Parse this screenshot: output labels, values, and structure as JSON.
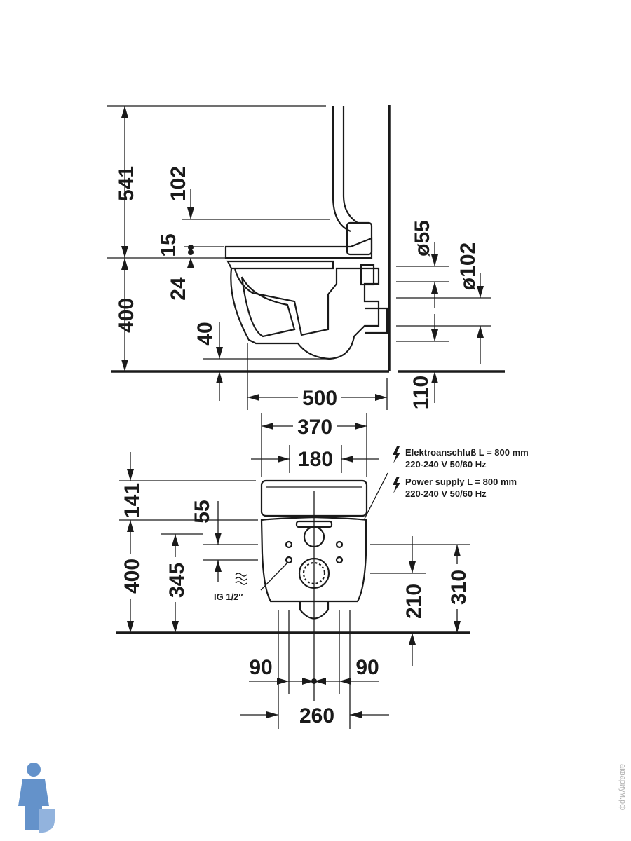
{
  "side_view": {
    "dims": {
      "h541": "541",
      "h102": "102",
      "h15": "15",
      "h24": "24",
      "h400": "400",
      "h40": "40",
      "d55": "ø55",
      "d102": "ø102",
      "h110": "110",
      "w500": "500"
    }
  },
  "front_view": {
    "dims": {
      "w370": "370",
      "w180": "180",
      "h141": "141",
      "h55": "55",
      "h400": "400",
      "h345": "345",
      "h210": "210",
      "h310": "310",
      "w90a": "90",
      "w90b": "90",
      "w260": "260"
    },
    "water_inlet": "IG 1/2″",
    "power_de_1": "Elektroanschluß L = 800 mm",
    "power_de_2": "220-240 V  50/60 Hz",
    "power_en_1": "Power supply L = 800 mm",
    "power_en_2": "220-240 V  50/60 Hz"
  },
  "watermark": "аквариум.рф",
  "colors": {
    "ink": "#1a1a1a",
    "logo": "#4a7fc1"
  }
}
